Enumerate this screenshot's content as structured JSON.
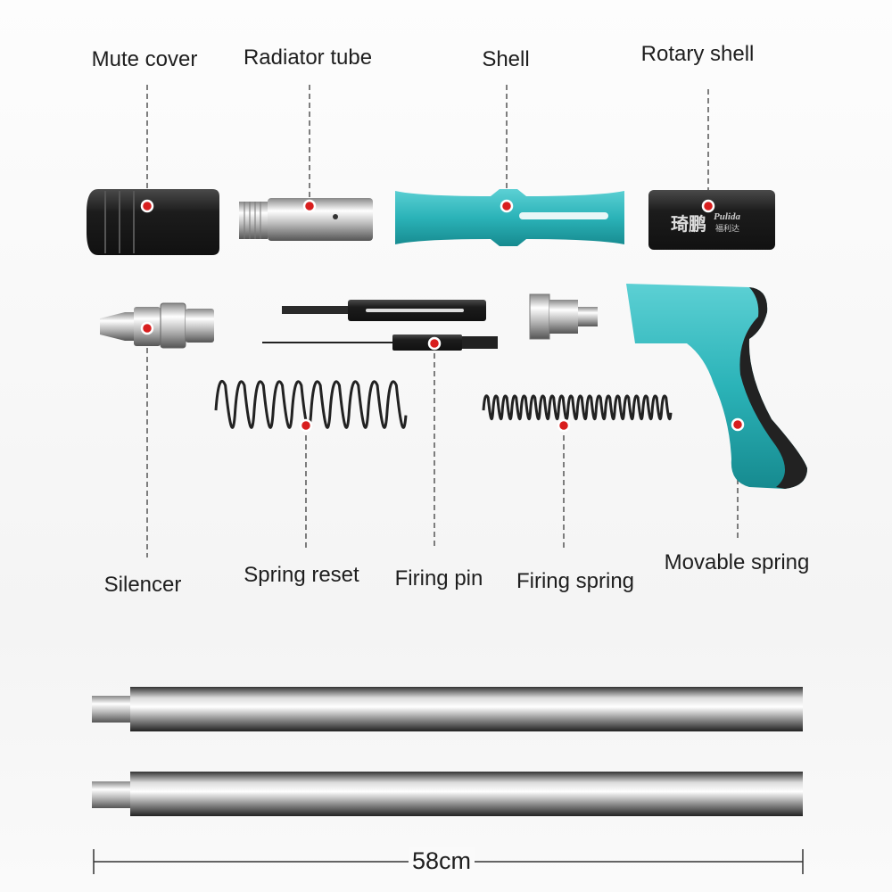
{
  "labels": {
    "mute_cover": "Mute cover",
    "radiator_tube": "Radiator tube",
    "shell": "Shell",
    "rotary_shell": "Rotary shell",
    "silencer": "Silencer",
    "spring_reset": "Spring reset",
    "firing_pin": "Firing pin",
    "firing_spring": "Firing spring",
    "movable_spring": "Movable spring"
  },
  "logo": {
    "cn": "琦鹏",
    "brand": "Pulida",
    "sub": "福利达"
  },
  "dimension": "58cm",
  "colors": {
    "teal": "#2bb3b8",
    "marker": "#d81e1e",
    "part_black": "#2a2a2a"
  }
}
